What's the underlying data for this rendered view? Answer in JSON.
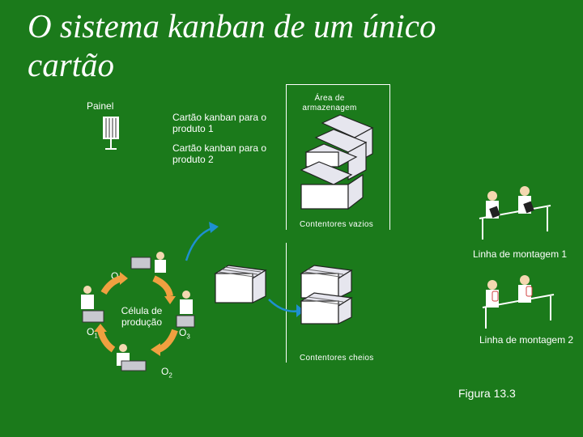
{
  "title": "O sistema kanban de um único cartão",
  "labels": {
    "painel": "Painel",
    "cartao1": "Cartão kanban para o produto 1",
    "cartao2": "Cartão kanban para o produto 2",
    "area": "Área de armazenagem",
    "vazios": "Contentores vazios",
    "cheios": "Contentores cheios",
    "linha1": "Linha de montagem 1",
    "linha2": "Linha de montagem 2",
    "celula": "Célula de produção",
    "o2_top": "O",
    "o2_top_sub": "2",
    "o1": "O",
    "o1_sub": "1",
    "o3": "O",
    "o3_sub": "3",
    "o2_bottom": "O",
    "o2_bottom_sub": "2",
    "figura": "Figura 13.3"
  },
  "colors": {
    "background": "#1b7a1b",
    "container": "#e6e6ee",
    "arrow_orange": "#f0a040",
    "arrow_blue": "#1e90d0"
  }
}
